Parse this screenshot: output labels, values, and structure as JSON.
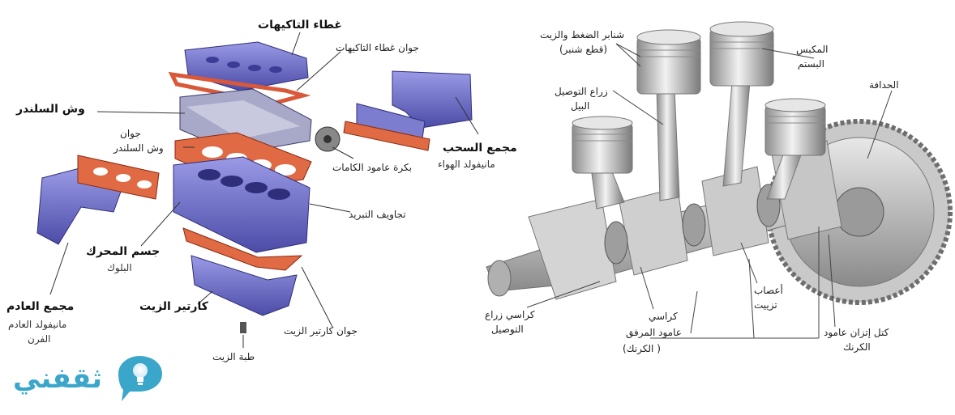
{
  "engine_exploded": {
    "valve_cover": "غطاء التاكيهات",
    "valve_cover_gasket": "جوان غطاء التاكيهات",
    "cylinder_head": "وش السلندر",
    "head_gasket_line1": "جوان",
    "head_gasket_line2": "وش السلندر",
    "intake_manifold": "مجمع السحب",
    "intake_manifold_sub": "مانيفولد الهواء",
    "camshaft_pulley": "بكرة عامود الكامات",
    "coolant_passages": "تجاويف التبريد",
    "engine_block": "جسم المحرك",
    "engine_block_sub": "البلوك",
    "exhaust_manifold": "مجمع العادم",
    "exhaust_manifold_sub1": "مانيفولد العادم",
    "exhaust_manifold_sub2": "الفرن",
    "oil_pan": "كارتير الزيت",
    "oil_pan_gasket": "جوان كارتير الزيت",
    "oil_drain_plug": "طبة الزيت"
  },
  "crankshaft": {
    "piston_rings_line1": "شنابر الضغط والزيت",
    "piston_rings_line2": "(قطع شنبر)",
    "piston_line1": "المكبس",
    "piston_line2": "البستم",
    "connecting_rod_line1": "زراع التوصيل",
    "connecting_rod_line2": "البيل",
    "flywheel": "الحدافة",
    "oil_holes_line1": "أعصاب",
    "oil_holes_line2": "تزييت",
    "rod_bearing_line1": "كراسي زراع",
    "rod_bearing_line2": "التوصيل",
    "main_bearing_line1": "كراسي",
    "crankshaft_line1": "عامود المرفق",
    "crankshaft_line2": "( الكرنك)",
    "counterweights_line1": "كتل إتزان عامود",
    "counterweights_line2": "الكرنك"
  },
  "brand": {
    "name": "ثقفني",
    "icon": "lightbulb-icon"
  },
  "colors": {
    "engine_blue": "#6f6fc9",
    "gasket_red": "#d9583a",
    "logo_blue": "#3aa6c9",
    "metal_grey": "#b8b8b8"
  }
}
